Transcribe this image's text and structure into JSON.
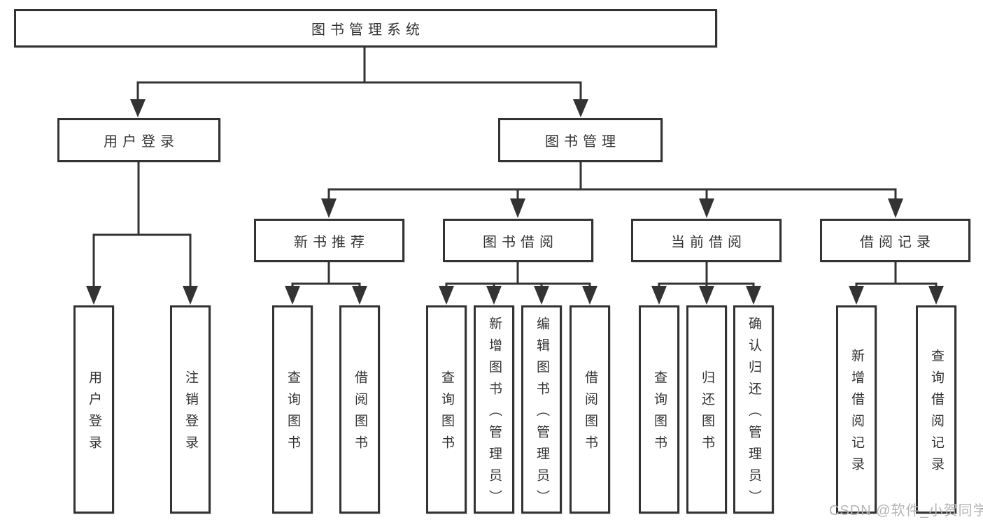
{
  "colors": {
    "line": "#333333",
    "text": "#333333",
    "background": "#ffffff",
    "watermark": "#b5b5b5"
  },
  "watermark": {
    "text": "CSDN @软件_小贺同学"
  },
  "tree": {
    "root": {
      "label": "图书管理系统",
      "children": [
        {
          "label": "用户登录",
          "children": [
            {
              "label": "用户登录"
            },
            {
              "label": "注销登录"
            }
          ]
        },
        {
          "label": "图书管理",
          "children": [
            {
              "label": "新书推荐",
              "children": [
                {
                  "label": "查询图书"
                },
                {
                  "label": "借阅图书"
                }
              ]
            },
            {
              "label": "图书借阅",
              "children": [
                {
                  "label": "查询图书"
                },
                {
                  "label": "新增图书（管理员）"
                },
                {
                  "label": "编辑图书（管理员）"
                },
                {
                  "label": "借阅图书"
                }
              ]
            },
            {
              "label": "当前借阅",
              "children": [
                {
                  "label": "查询图书"
                },
                {
                  "label": "归还图书"
                },
                {
                  "label": "确认归还（管理员）"
                }
              ]
            },
            {
              "label": "借阅记录",
              "children": [
                {
                  "label": "新增借阅记录"
                },
                {
                  "label": "查询借阅记录"
                }
              ]
            }
          ]
        }
      ]
    }
  }
}
